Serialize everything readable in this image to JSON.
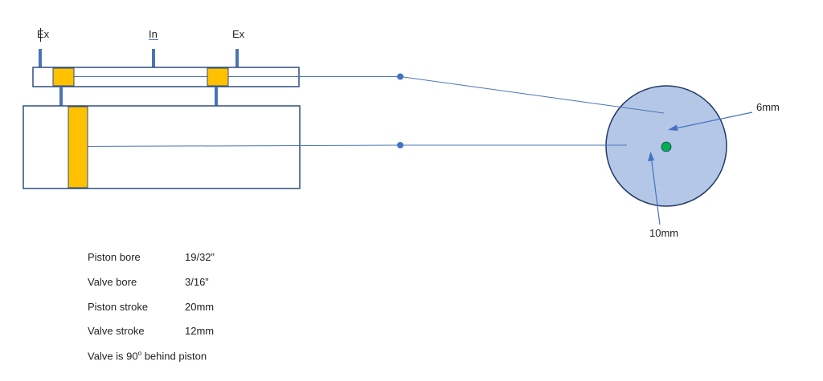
{
  "ports": {
    "left_exhaust": "Ex",
    "inlet": "In",
    "right_exhaust": "Ex"
  },
  "crank": {
    "inner_dim_label": "6mm",
    "outer_dim_label": "10mm"
  },
  "specs": [
    {
      "label": "Piston bore",
      "value": "19/32”"
    },
    {
      "label": "Valve bore",
      "value": "3/16”"
    },
    {
      "label": "Piston stroke",
      "value": "20mm"
    },
    {
      "label": "Valve stroke",
      "value": "12mm"
    }
  ],
  "note": {
    "prefix": "Valve is 90",
    "degree": "o",
    "suffix": " behind piston"
  },
  "colors": {
    "outline": "#2f4f7f",
    "rod": "#4a74b8",
    "yellow": "#ffc000",
    "disc": "#b4c7e7",
    "pin": "#00b050",
    "pivot": "#4472c4"
  }
}
